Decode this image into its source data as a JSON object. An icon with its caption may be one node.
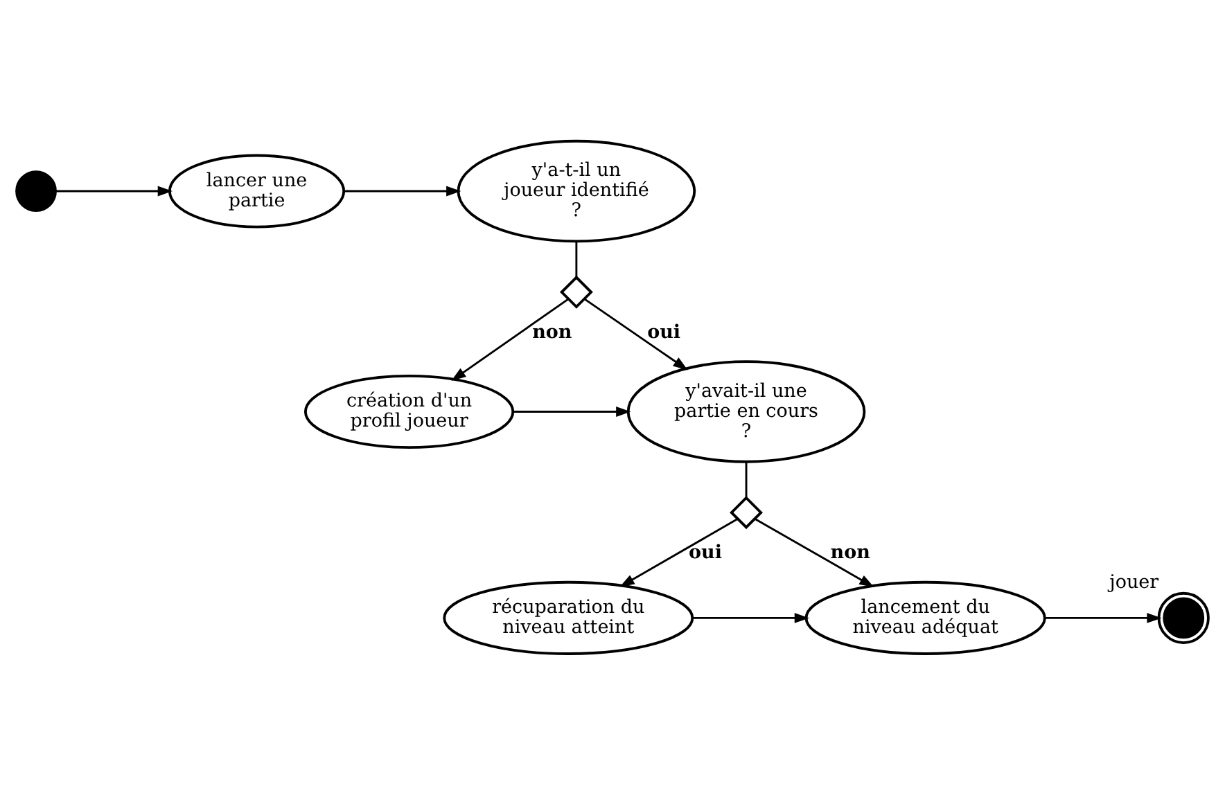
{
  "diagram": {
    "nodes": [
      {
        "text": [],
        "shape": "circle"
      },
      {
        "text": [
          "lancer une partie"
        ]
      },
      {
        "text": [
          "y'a-t-il un joueur identifié ?"
        ]
      },
      {
        "text": [],
        "shape": "diamond"
      },
      {
        "text": [
          "y'avait-il une partie en cours ?"
        ]
      },
      {
        "text": [
          "création d'un profil joueur"
        ]
      },
      {
        "text": [],
        "shape": "diamond"
      },
      {
        "text": [
          "récuparation du niveau atteint"
        ]
      },
      {
        "text": [
          "lancement du niveau adéquat"
        ]
      },
      {
        "text": [],
        "shape": "circle",
        "beside": [
          "jouer"
        ]
      }
    ],
    "edges": [
      {
        "from": 0,
        "to": 1,
        "arrow": "to"
      },
      {
        "from": 1,
        "to": 2,
        "arrow": "to"
      },
      {
        "from": 2,
        "to": 3,
        "arrow": "none"
      },
      {
        "from": 3,
        "to": 4,
        "arrow": "to",
        "label": "oui"
      },
      {
        "from": 3,
        "to": 5,
        "arrow": "to",
        "label": "non"
      },
      {
        "from": 5,
        "to": 4,
        "arrow": "to"
      },
      {
        "from": 4,
        "to": 6,
        "arrow": "none"
      },
      {
        "from": 6,
        "to": 7,
        "arrow": "to",
        "label": "oui"
      },
      {
        "from": 6,
        "to": 8,
        "arrow": "to",
        "label": "non"
      },
      {
        "from": 7,
        "to": 8,
        "arrow": "to"
      },
      {
        "from": 8,
        "to": 9,
        "arrow": "to"
      }
    ]
  }
}
